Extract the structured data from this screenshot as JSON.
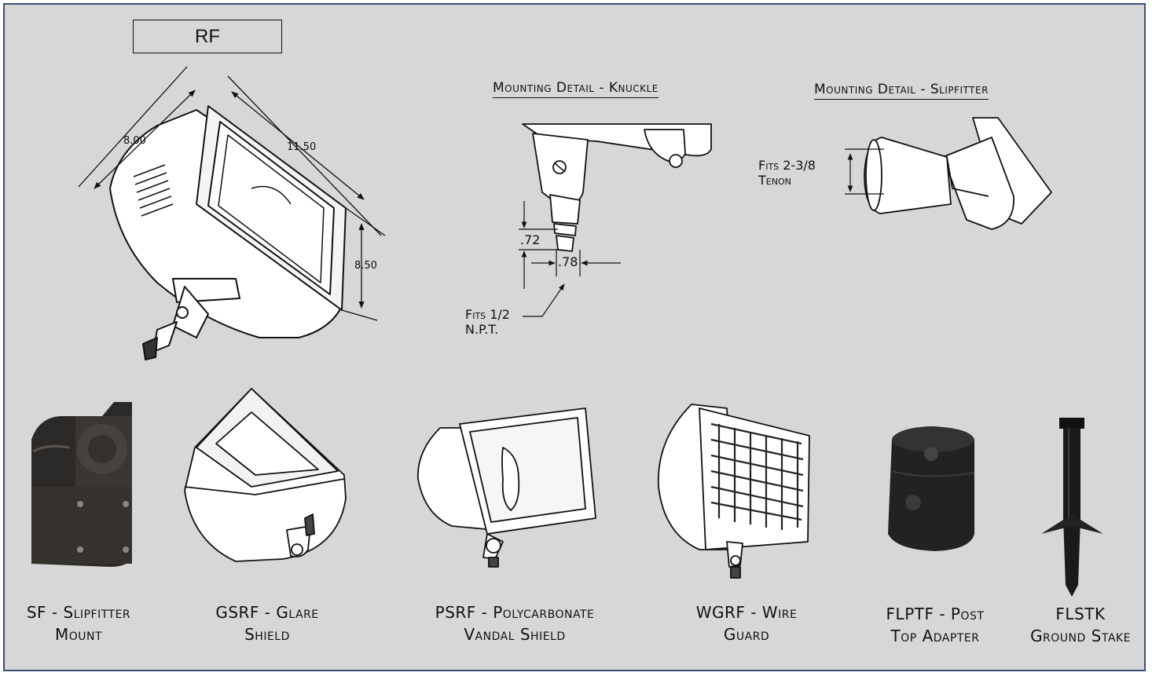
{
  "product_tag": "RF",
  "dimensions": {
    "depth": "8.00",
    "width": "11.50",
    "height": "8.50"
  },
  "knuckle_detail": {
    "title": "Mounting Detail - Knuckle",
    "dim_a": ".72",
    "dim_b": ".78",
    "note_line1": "Fits 1/2",
    "note_line2": "N.P.T."
  },
  "slipfitter_detail": {
    "title": "Mounting Detail - Slipfitter",
    "note_line1": "Fits 2-3/8",
    "note_line2": "Tenon"
  },
  "accessories": [
    {
      "line1": "SF - Slipfitter",
      "line2": "Mount"
    },
    {
      "line1": "GSRF - Glare",
      "line2": "Shield"
    },
    {
      "line1": "PSRF - Polycarbonate",
      "line2": "Vandal Shield"
    },
    {
      "line1": "WGRF - Wire",
      "line2": "Guard"
    },
    {
      "line1": "FLPTF - Post",
      "line2": "Top Adapter"
    },
    {
      "line1": "FLSTK",
      "line2": "Ground Stake"
    }
  ],
  "colors": {
    "background": "#d7d7d7",
    "frame_border": "#3d4f73",
    "line_art": "#111111",
    "photo_dark": "#2c2a28"
  }
}
